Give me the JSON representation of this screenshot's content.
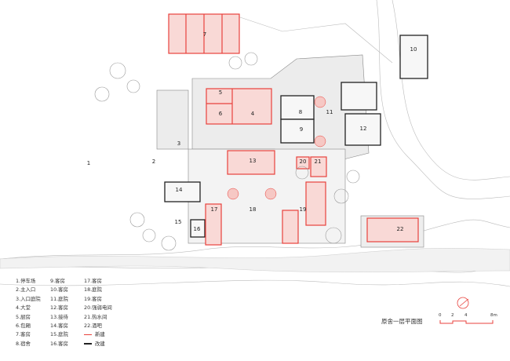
{
  "title": "原舍一层平面图",
  "colors": {
    "new": "#e8413c",
    "renovated": "#222222",
    "new_fill": "#f9d9d6"
  },
  "room_numbers": [
    "1",
    "2",
    "3",
    "4",
    "5",
    "6",
    "7",
    "8",
    "9",
    "10",
    "11",
    "12",
    "13",
    "14",
    "15",
    "16",
    "17",
    "18",
    "19",
    "20",
    "21",
    "22"
  ],
  "legend": {
    "items": [
      "1.停车场",
      "2.主入口",
      "3.入口庭院",
      "4.大堂",
      "5.厨房",
      "6.包厢",
      "7.客房",
      "8.宿舍",
      "9.客房",
      "10.客房",
      "11.庭院",
      "12.客房",
      "13.接待",
      "14.客房",
      "15.庭院",
      "16.客房",
      "17.客房",
      "18.庭院",
      "19.客房",
      "20.强弱电间",
      "21.热水间",
      "22.酒吧"
    ],
    "new_label": "新建",
    "renovated_label": "改建"
  },
  "scale_bar": {
    "ticks": [
      "0",
      "2",
      "4",
      "8m"
    ]
  },
  "north_arrow": "north-arrow-icon"
}
